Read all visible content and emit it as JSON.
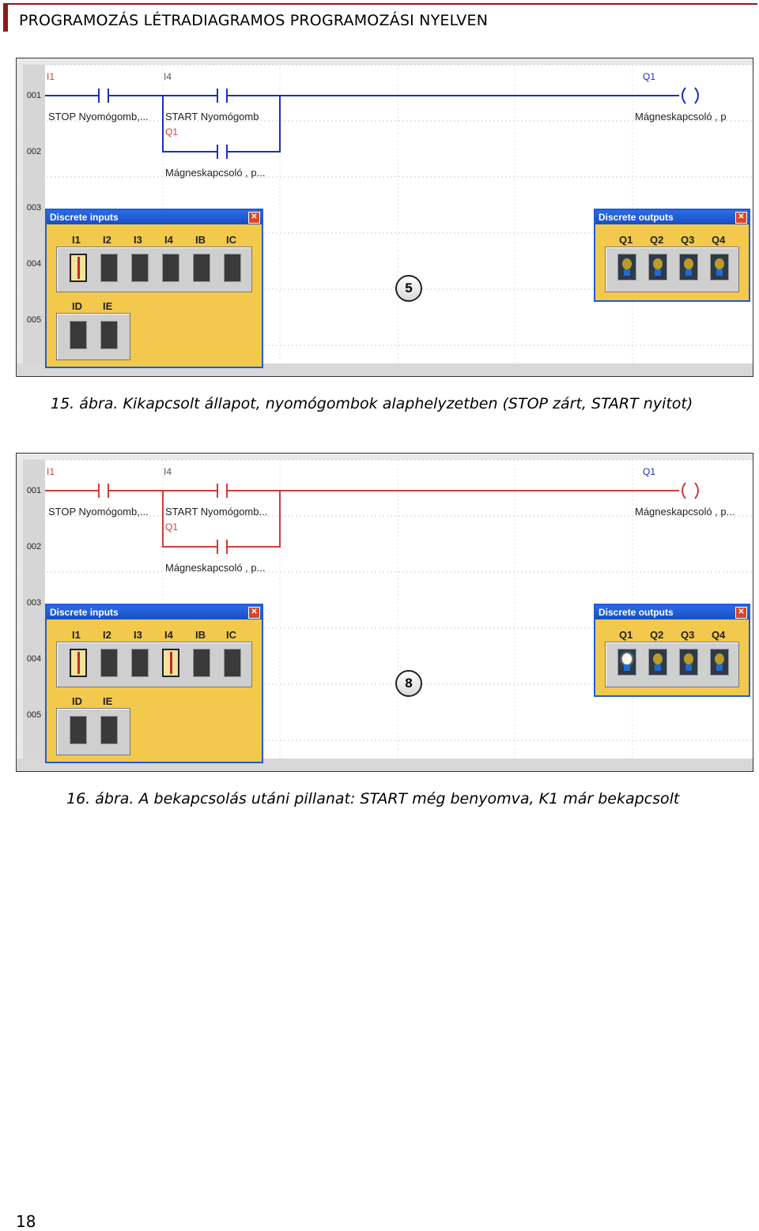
{
  "header": {
    "title": "PROGRAMOZÁS LÉTRADIAGRAMOS PROGRAMOZÁSI NYELVEN"
  },
  "figures": [
    {
      "caption": "15. ábra. Kikapcsolt állapot, nyomógombok alaphelyzetben (STOP zárt, START nyitot)",
      "badge": "5",
      "rows": [
        "001",
        "002",
        "003",
        "004",
        "005"
      ],
      "ladder": {
        "c1_addr": "I1",
        "c1_label": "STOP Nyomógomb,...",
        "c2_addr": "I4",
        "c2_label": "START Nyomógomb",
        "c3_addr": "Q1",
        "c3_label": "Mágneskapcsoló , p...",
        "coil_addr": "Q1",
        "coil_label": "Mágneskapcsoló , p"
      },
      "inputs": {
        "title": "Discrete inputs",
        "labels": [
          "I1",
          "I2",
          "I3",
          "I4",
          "IB",
          "IC"
        ],
        "labels2": [
          "ID",
          "IE"
        ],
        "on": [
          true,
          false,
          false,
          false,
          false,
          false
        ]
      },
      "outputs": {
        "title": "Discrete outputs",
        "labels": [
          "Q1",
          "Q2",
          "Q3",
          "Q4"
        ],
        "on": [
          false,
          false,
          false,
          false
        ]
      },
      "rung_color": "#1a2fbf"
    },
    {
      "caption": "16. ábra. A bekapcsolás utáni pillanat: START még benyomva, K1 már bekapcsolt",
      "badge": "8",
      "rows": [
        "001",
        "002",
        "003",
        "004",
        "005"
      ],
      "ladder": {
        "c1_addr": "I1",
        "c1_label": "STOP Nyomógomb,...",
        "c2_addr": "I4",
        "c2_label": "START Nyomógomb...",
        "c3_addr": "Q1",
        "c3_label": "Mágneskapcsoló , p...",
        "coil_addr": "Q1",
        "coil_label": "Mágneskapcsoló , p..."
      },
      "inputs": {
        "title": "Discrete inputs",
        "labels": [
          "I1",
          "I2",
          "I3",
          "I4",
          "IB",
          "IC"
        ],
        "labels2": [
          "ID",
          "IE"
        ],
        "on": [
          true,
          false,
          false,
          true,
          false,
          false
        ]
      },
      "outputs": {
        "title": "Discrete outputs",
        "labels": [
          "Q1",
          "Q2",
          "Q3",
          "Q4"
        ],
        "on": [
          true,
          false,
          false,
          false
        ]
      },
      "rung_color": "#d23b3b"
    }
  ],
  "page_number": "18"
}
